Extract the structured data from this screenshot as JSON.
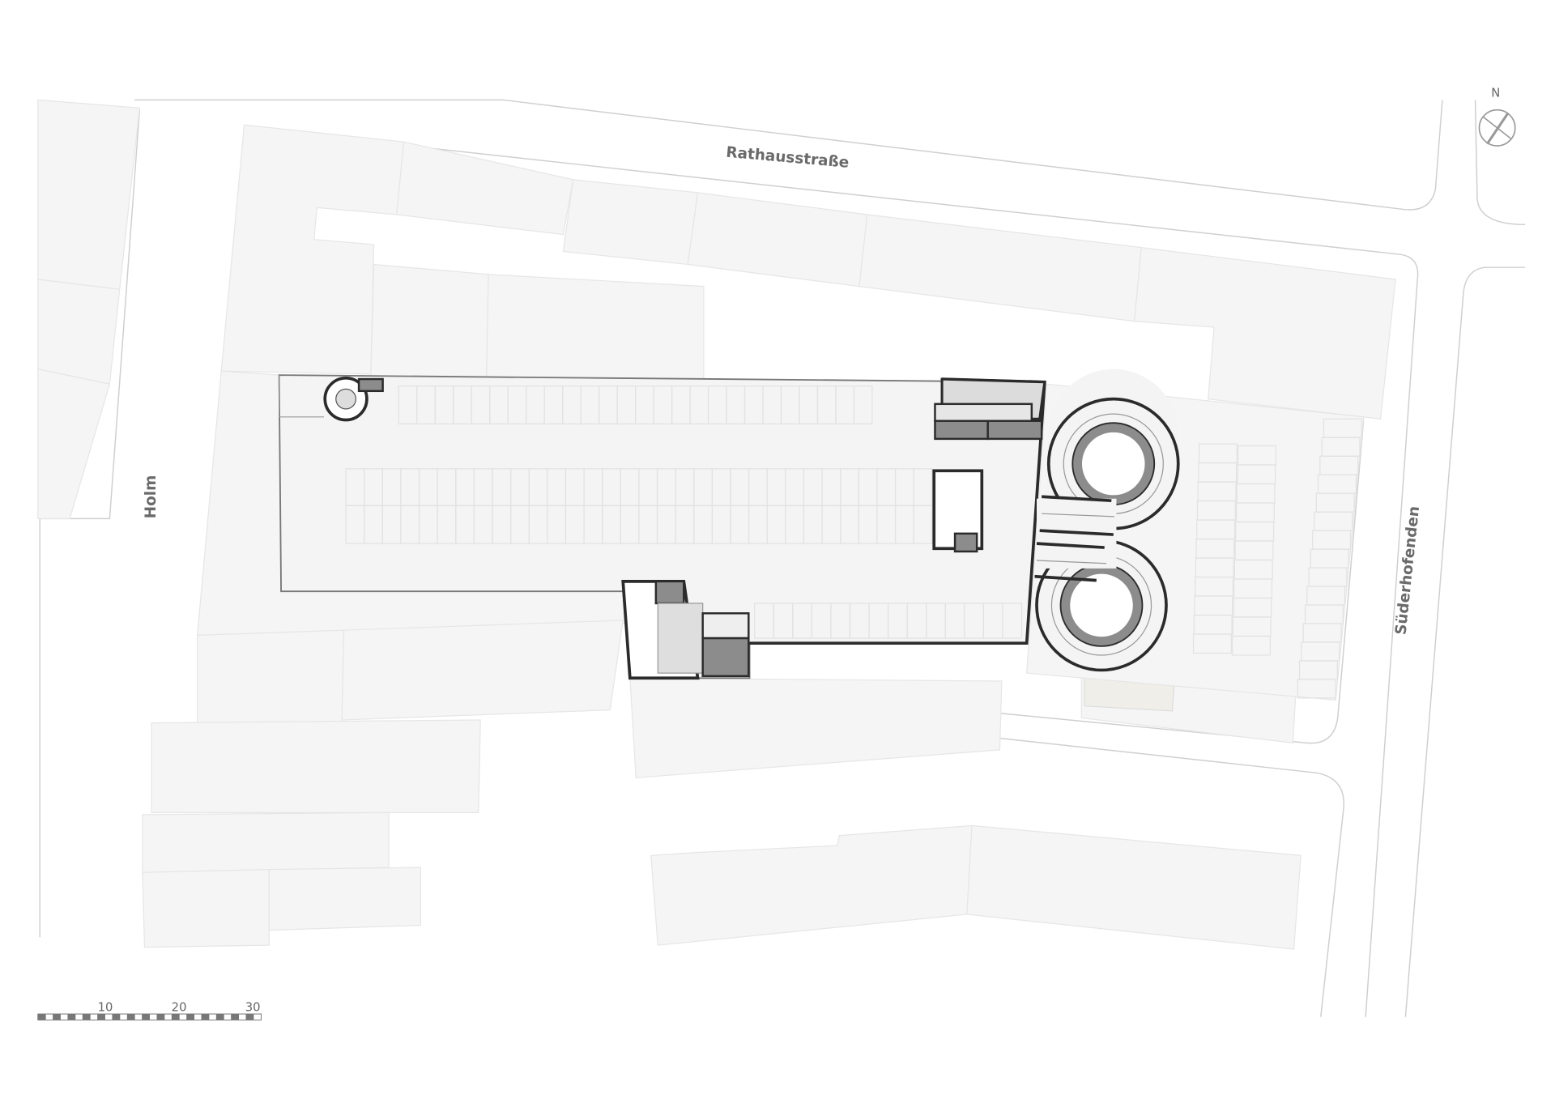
{
  "title": "Site plan – underground parking level",
  "streets": {
    "north": "Rathausstraße",
    "west": "Holm",
    "east": "Süderhofenden"
  },
  "north_arrow": {
    "label": "N"
  },
  "scale_bar": {
    "unit": "m",
    "labels": [
      "10",
      "20",
      "30"
    ]
  },
  "colors": {
    "wall": "#2b2b2b",
    "core_fill": "#8c8c8c",
    "building": "#f5f5f5",
    "street_line": "#cfcfcf"
  }
}
